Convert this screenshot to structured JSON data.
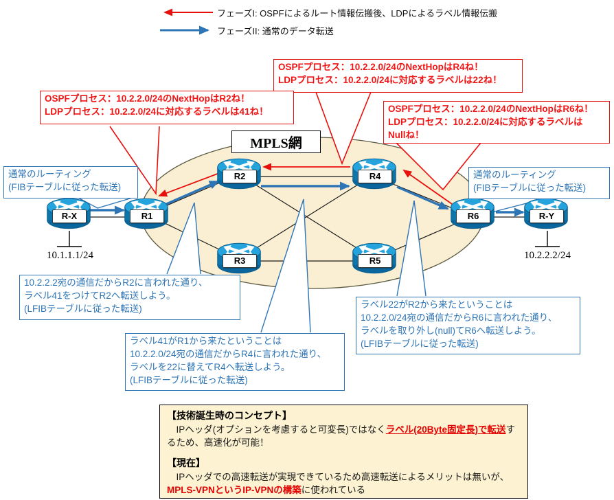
{
  "legend": {
    "phase1_label": "フェーズI: OSPFによるルート情報伝搬後、LDPによるラベル情報伝搬",
    "phase2_label": "フェーズII: 通常のデータ転送"
  },
  "network": {
    "cloud_label": "MPLS網",
    "nodes": {
      "rx": "R-X",
      "r1": "R1",
      "r2": "R2",
      "r3": "R3",
      "r4": "R4",
      "r5": "R5",
      "r6": "R6",
      "ry": "R-Y"
    },
    "lan_left_ip": "10.1.1.1/24",
    "lan_right_ip": "10.2.2.2/24"
  },
  "callouts": {
    "red_left": "OSPFプロセス：10.2.2.0/24のNextHopはR2ね！\nLDPプロセス：10.2.2.0/24に対応するラベルは41ね！",
    "red_top": "OSPFプロセス：10.2.2.0/24のNextHopはR4ね！\nLDPプロセス：10.2.2.0/24に対応するラベルは22ね！",
    "red_right": "OSPFプロセス：10.2.2.0/24のNextHopはR6ね！\nLDPプロセス：10.2.2.0/24に対応するラベルは\nNullね！",
    "blue_routing_left": "通常のルーティング\n(FIBテーブルに従った転送)",
    "blue_routing_right": "通常のルーティング\n(FIBテーブルに従った転送)",
    "blue_r1": "10.2.2.2宛の通信だからR2に言われた通り、\nラベル41をつけてR2へ転送しよう。\n(LFIBテーブルに従った転送)",
    "blue_r2": "ラベル41がR1から来たということは\n10.2.2.0/24宛の通信だからR4に言われた通り、\nラベルを22に替えてR4へ転送しよう。\n(LFIBテーブルに従った転送)",
    "blue_r4": "ラベル22がR2から来たということは\n10.2.2.0/24宛の通信だからR6に言われた通り、\nラベルを取り外し(null)てR6へ転送しよう。\n(LFIBテーブルに従った転送)"
  },
  "note": {
    "heading1": "【技術誕生時のコンセプト】",
    "p1_pre": "　IPヘッダ(オプションを考慮すると可変長)ではなく",
    "p1_em": "ラベル(20Byte固定長)で転送",
    "p1_post": "するため、高速化が可能！",
    "heading2": "【現在】",
    "p2_pre": "　IPヘッダでの高速転送が実現できているため高速転送によるメリットは無いが、",
    "p2_em": "MPLS-VPNというIP-VPNの構築",
    "p2_post": "に使われている"
  },
  "colors": {
    "phase1_red": "#e8100c",
    "phase2_blue": "#2e75b6",
    "cloud_fill": "#faeed3",
    "router_top_blue": "#25a3dd",
    "router_body_blue": "#0d76ab",
    "note_fill": "#fdf3d2"
  }
}
